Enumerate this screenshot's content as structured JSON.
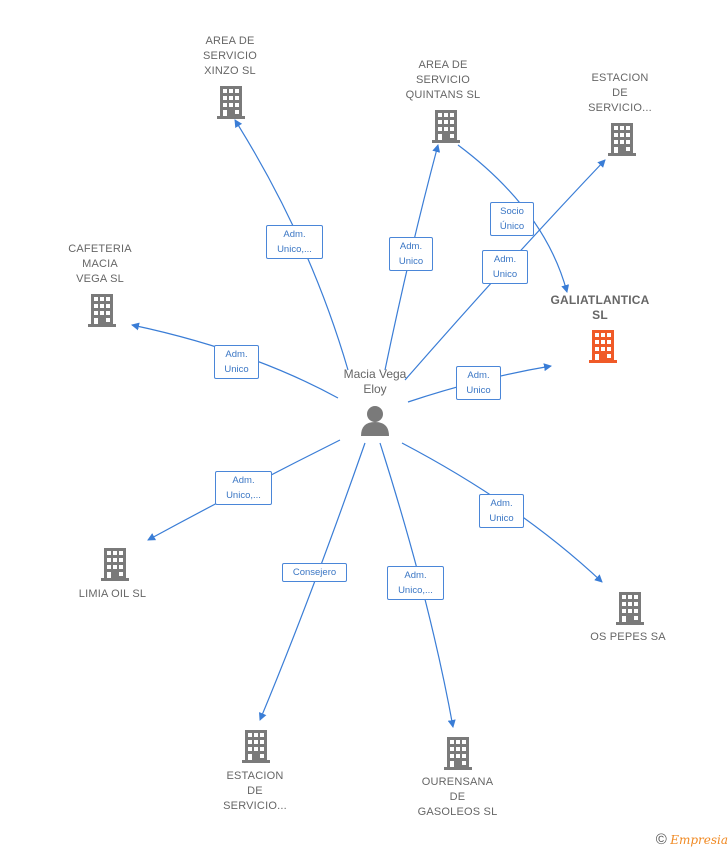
{
  "center": {
    "name": "Macia Vega\nEloy",
    "icon": "person-icon"
  },
  "nodes": {
    "area_xinzo": "AREA DE\nSERVICIO\nXINZO  SL",
    "area_quintans": "AREA DE\nSERVICIO\nQUINTANS  SL",
    "estacion_top": "ESTACION\nDE\nSERVICIO...",
    "galiatlantica": "GALIATLANTICA\nSL",
    "cafeteria": "CAFETERIA\nMACIA\nVEGA  SL",
    "limia": "LIMIA OIL  SL",
    "os_pepes": "OS PEPES SA",
    "estacion_bottom": "ESTACION\nDE\nSERVICIO...",
    "ourensana": "OURENSANA\nDE\nGASOLEOS  SL"
  },
  "edges": {
    "xinzo": "Adm.\nUnico,...",
    "quintans": "Adm.\nUnico",
    "socio": "Socio\nÚnico",
    "estacion_top": "Adm.\nUnico",
    "galiatlantica": "Adm.\nUnico",
    "cafeteria": "Adm.\nUnico",
    "limia": "Adm.\nUnico,...",
    "os_pepes": "Adm.\nUnico",
    "estacion_bottom": "Consejero",
    "ourensana": "Adm.\nUnico,..."
  },
  "colors": {
    "edge": "#3a7dd6",
    "building": "#7a7a7a",
    "focus": "#f05a28"
  },
  "footer": {
    "copyright": "©",
    "brand": "Empresia"
  }
}
